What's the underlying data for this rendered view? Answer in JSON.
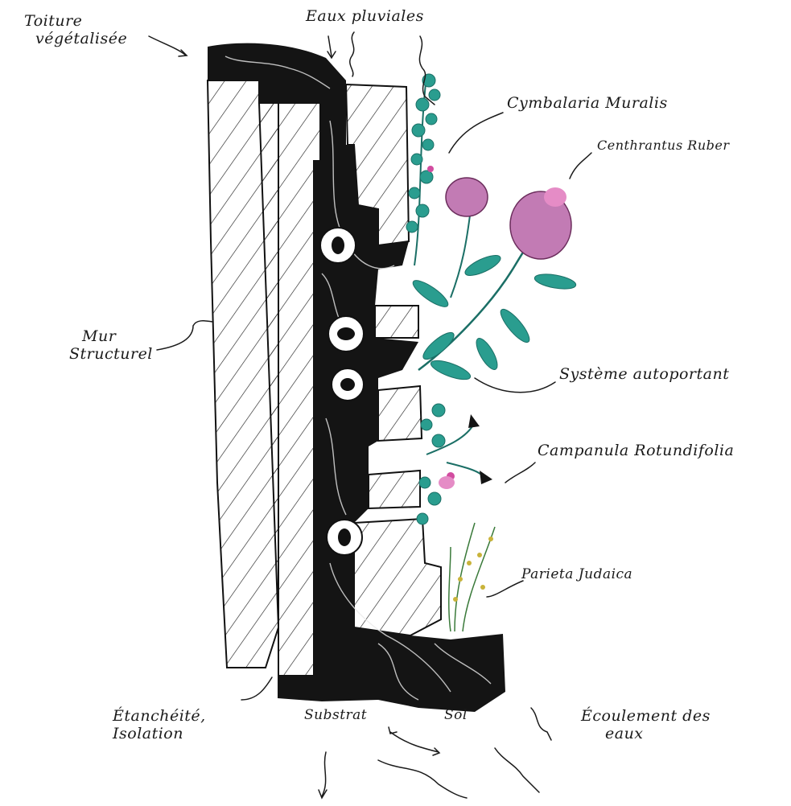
{
  "labels": {
    "green_roof": [
      "Toiture",
      "végétalisée"
    ],
    "rainwater": "Eaux pluviales",
    "cymbalaria": "Cymbalaria Muralis",
    "centhrantus": "Centhrantus Ruber",
    "structural_wall": [
      "Mur",
      "Structurel"
    ],
    "self_supporting": "Système autoportant",
    "campanula": "Campanula Rotundifolia",
    "parietaria": "Parieta Judaica",
    "waterproofing": [
      "Étanchéité,",
      "Isolation"
    ],
    "substrate": "Substrat",
    "soil": "Sol",
    "drainage": [
      "Écoulement des",
      "eaux"
    ]
  },
  "colors": {
    "ink": "#141414",
    "leaf": "#2a9d8f",
    "leaf_dark": "#1b6f66",
    "flower_pink": "#c27bb4",
    "flower_magenta": "#d24ca0",
    "stem_yellow": "#c9b33a"
  }
}
